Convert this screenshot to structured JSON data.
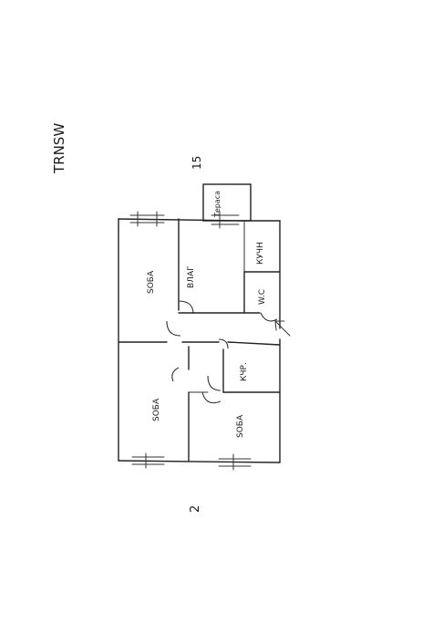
{
  "title": "TRNSW",
  "labels": {
    "top_number": "15",
    "bottom_number": "2",
    "terrace": "Тераса",
    "hall": "ВЛАГ",
    "kitchen": "КУЧН",
    "wc": "W.C",
    "room_upper": "SOБA",
    "room_lower": "SOБA",
    "corridor": "КЧР.",
    "room_small": "SOБA"
  }
}
